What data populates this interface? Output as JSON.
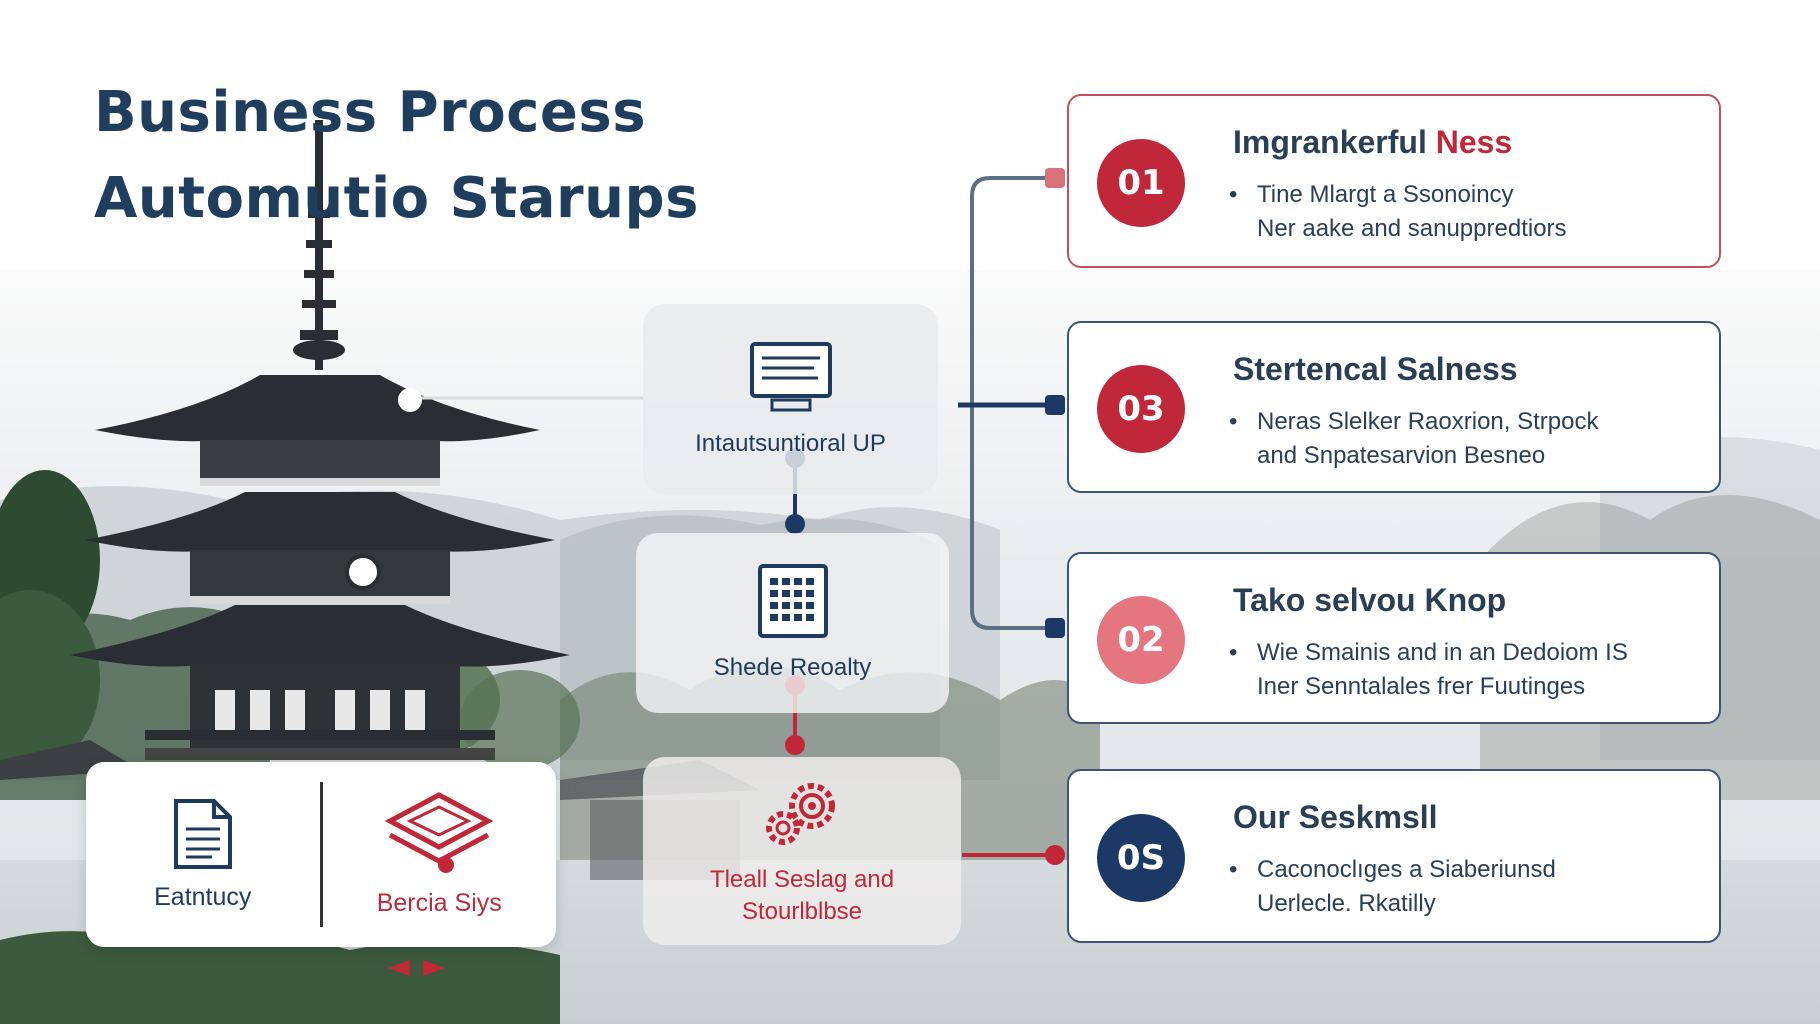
{
  "title": {
    "line1": "Business Process",
    "line2": "Automutio Starups"
  },
  "colors": {
    "navy": "#1f3d5c",
    "crimson": "#c0283a",
    "pink": "#e57680",
    "dark_navy": "#1c3966"
  },
  "process_nodes": [
    {
      "label": "Intautsuntioral UP",
      "icon": "monitor-icon"
    },
    {
      "label": "Shede Reoalty",
      "icon": "calendar-grid-icon"
    },
    {
      "label_line1": "Tleall Seslag and",
      "label_line2": "Stourlblbse",
      "icon": "gears-icon"
    }
  ],
  "bottom_card": {
    "left_label": "Eatntucy",
    "left_icon": "document-icon",
    "right_label": "Bercia Siys",
    "right_icon": "layers-icon"
  },
  "steps": [
    {
      "number": "01",
      "title_main": "Imgrankerful ",
      "title_accent": "Ness",
      "desc_line1": "Tine Mlargt a Ssonoincy",
      "desc_line2": "Ner aake and sanuppredtiors",
      "badge_color": "#c0283a"
    },
    {
      "number": "03",
      "title": "Stertencal Salness",
      "desc_line1": "Neras Slelker Raoxrion, Strpock",
      "desc_line2": "and Snpatesarvion Besneo",
      "badge_color": "#c0283a"
    },
    {
      "number": "02",
      "title": "Tako selvou Knop",
      "desc_line1": "Wie Smainis and in an Dedoiom IS",
      "desc_line2": "Iner Senntalales frer Fuutinges",
      "badge_color": "#e57680"
    },
    {
      "number": "0S",
      "title": "Our Seskmsll",
      "desc_line1": "Caconoclıges a Siaberiunsd",
      "desc_line2": "Uerlecle. Rkatilly",
      "badge_color": "#1c3966"
    }
  ]
}
